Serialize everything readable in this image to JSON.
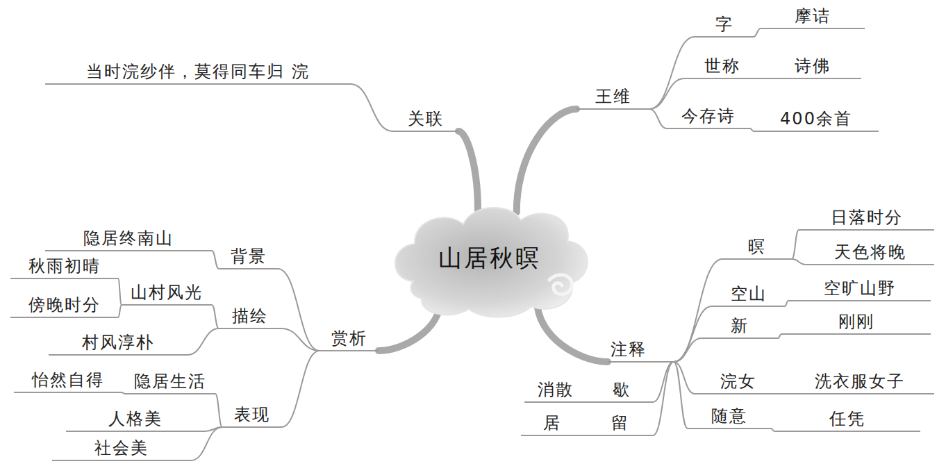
{
  "diagram": {
    "nodes": [
      {
        "text": [
          "山居秋暝"
        ]
      },
      {
        "text": [
          "王维"
        ]
      },
      {
        "text": [
          "字"
        ]
      },
      {
        "text": [
          "摩诘"
        ]
      },
      {
        "text": [
          "世称"
        ]
      },
      {
        "text": [
          "诗佛"
        ]
      },
      {
        "text": [
          "今存诗"
        ]
      },
      {
        "text": [
          "400余首"
        ]
      },
      {
        "text": [
          "注释"
        ]
      },
      {
        "text": [
          "暝"
        ]
      },
      {
        "text": [
          "日落时分"
        ]
      },
      {
        "text": [
          "天色将晚"
        ]
      },
      {
        "text": [
          "空山"
        ]
      },
      {
        "text": [
          "空旷山野"
        ]
      },
      {
        "text": [
          "新"
        ]
      },
      {
        "text": [
          "刚刚"
        ]
      },
      {
        "text": [
          "浣女"
        ]
      },
      {
        "text": [
          "洗衣服女子"
        ]
      },
      {
        "text": [
          "随意"
        ]
      },
      {
        "text": [
          "任凭"
        ]
      },
      {
        "text": [
          "留"
        ]
      },
      {
        "text": [
          "居"
        ]
      },
      {
        "text": [
          "歇"
        ]
      },
      {
        "text": [
          "消散"
        ]
      },
      {
        "text": [
          "赏析"
        ]
      },
      {
        "text": [
          "背景"
        ]
      },
      {
        "text": [
          "隐居终南山"
        ]
      },
      {
        "text": [
          "描绘"
        ]
      },
      {
        "text": [
          "山村风光"
        ]
      },
      {
        "text": [
          "秋雨初晴"
        ]
      },
      {
        "text": [
          "傍晚时分"
        ]
      },
      {
        "text": [
          "村风淳朴"
        ]
      },
      {
        "text": [
          "表现"
        ]
      },
      {
        "text": [
          "隐居生活"
        ]
      },
      {
        "text": [
          "怡然自得"
        ]
      },
      {
        "text": [
          "人格美"
        ]
      },
      {
        "text": [
          "社会美"
        ]
      },
      {
        "text": [
          "关联"
        ]
      },
      {
        "text": [
          "当时浣纱伴，莫得同车归 浣"
        ]
      }
    ],
    "edges": [
      {
        "from": 0,
        "to": 1,
        "arrow": "none"
      },
      {
        "from": 1,
        "to": 2,
        "arrow": "none"
      },
      {
        "from": 2,
        "to": 3,
        "arrow": "none"
      },
      {
        "from": 1,
        "to": 4,
        "arrow": "none"
      },
      {
        "from": 4,
        "to": 5,
        "arrow": "none"
      },
      {
        "from": 1,
        "to": 6,
        "arrow": "none"
      },
      {
        "from": 6,
        "to": 7,
        "arrow": "none"
      },
      {
        "from": 0,
        "to": 8,
        "arrow": "none"
      },
      {
        "from": 8,
        "to": 9,
        "arrow": "none"
      },
      {
        "from": 9,
        "to": 10,
        "arrow": "none"
      },
      {
        "from": 9,
        "to": 11,
        "arrow": "none"
      },
      {
        "from": 8,
        "to": 12,
        "arrow": "none"
      },
      {
        "from": 12,
        "to": 13,
        "arrow": "none"
      },
      {
        "from": 8,
        "to": 14,
        "arrow": "none"
      },
      {
        "from": 14,
        "to": 15,
        "arrow": "none"
      },
      {
        "from": 8,
        "to": 16,
        "arrow": "none"
      },
      {
        "from": 16,
        "to": 17,
        "arrow": "none"
      },
      {
        "from": 8,
        "to": 18,
        "arrow": "none"
      },
      {
        "from": 18,
        "to": 19,
        "arrow": "none"
      },
      {
        "from": 8,
        "to": 20,
        "arrow": "none"
      },
      {
        "from": 20,
        "to": 21,
        "arrow": "none"
      },
      {
        "from": 8,
        "to": 22,
        "arrow": "none"
      },
      {
        "from": 22,
        "to": 23,
        "arrow": "none"
      },
      {
        "from": 0,
        "to": 24,
        "arrow": "none"
      },
      {
        "from": 24,
        "to": 25,
        "arrow": "none"
      },
      {
        "from": 25,
        "to": 26,
        "arrow": "none"
      },
      {
        "from": 24,
        "to": 27,
        "arrow": "none"
      },
      {
        "from": 27,
        "to": 28,
        "arrow": "none"
      },
      {
        "from": 28,
        "to": 29,
        "arrow": "none"
      },
      {
        "from": 28,
        "to": 30,
        "arrow": "none"
      },
      {
        "from": 27,
        "to": 31,
        "arrow": "none"
      },
      {
        "from": 24,
        "to": 32,
        "arrow": "none"
      },
      {
        "from": 32,
        "to": 33,
        "arrow": "none"
      },
      {
        "from": 33,
        "to": 34,
        "arrow": "none"
      },
      {
        "from": 32,
        "to": 35,
        "arrow": "none"
      },
      {
        "from": 32,
        "to": 36,
        "arrow": "none"
      },
      {
        "from": 0,
        "to": 37,
        "arrow": "none"
      },
      {
        "from": 37,
        "to": 38,
        "arrow": "none"
      }
    ]
  }
}
